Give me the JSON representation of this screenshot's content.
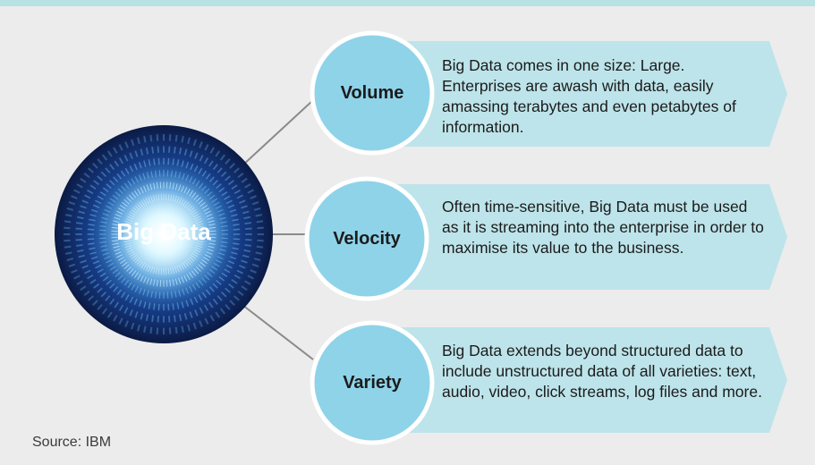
{
  "center": {
    "label": "Big Data"
  },
  "pillars": [
    {
      "label": "Volume",
      "description": "Big Data comes in one size: Large. Enterprises are awash with data, easily amassing terabytes and even petabytes of information."
    },
    {
      "label": "Velocity",
      "description": "Often time-sensitive, Big Data must be used as it is streaming into the enterprise in order to maximise its value to the business."
    },
    {
      "label": "Variety",
      "description": "Big Data extends beyond structured data to include unstructured data of all varieties: text, audio, video, click streams, log files and more."
    }
  ],
  "source": "Source: IBM",
  "colors": {
    "background": "#ececec",
    "top_bar": "#b9e3e2",
    "arrow_fill": "#bde4ea",
    "circle_fill": "#8fd3e9",
    "circle_border": "#ffffff",
    "connector": "#8a8a8a",
    "center_dark": "#0b1a44",
    "center_glow": "#bff2ff"
  }
}
